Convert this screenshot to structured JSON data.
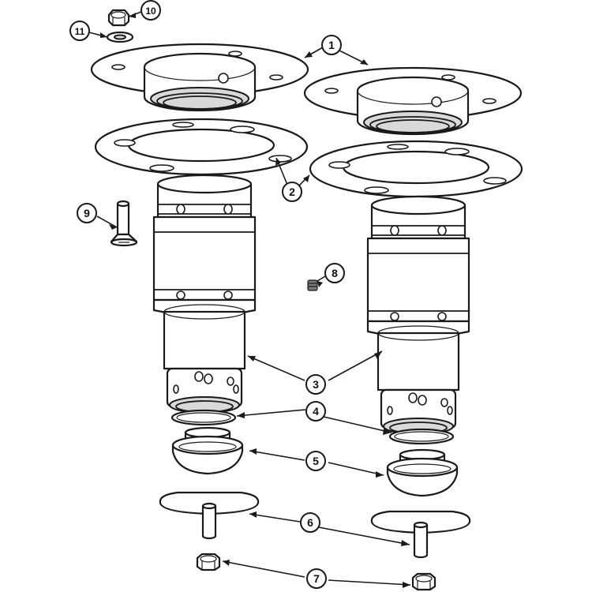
{
  "diagram": {
    "callouts": [
      {
        "id": "1",
        "label": "1"
      },
      {
        "id": "2",
        "label": "2"
      },
      {
        "id": "3",
        "label": "3"
      },
      {
        "id": "4",
        "label": "4"
      },
      {
        "id": "5",
        "label": "5"
      },
      {
        "id": "6",
        "label": "6"
      },
      {
        "id": "7",
        "label": "7"
      },
      {
        "id": "8",
        "label": "8"
      },
      {
        "id": "9",
        "label": "9"
      },
      {
        "id": "10",
        "label": "10"
      },
      {
        "id": "11",
        "label": "11"
      }
    ],
    "colors": {
      "line": "#1a1a1a",
      "shade": "#d9d9d9",
      "dark": "#777777",
      "background": "#ffffff"
    }
  }
}
